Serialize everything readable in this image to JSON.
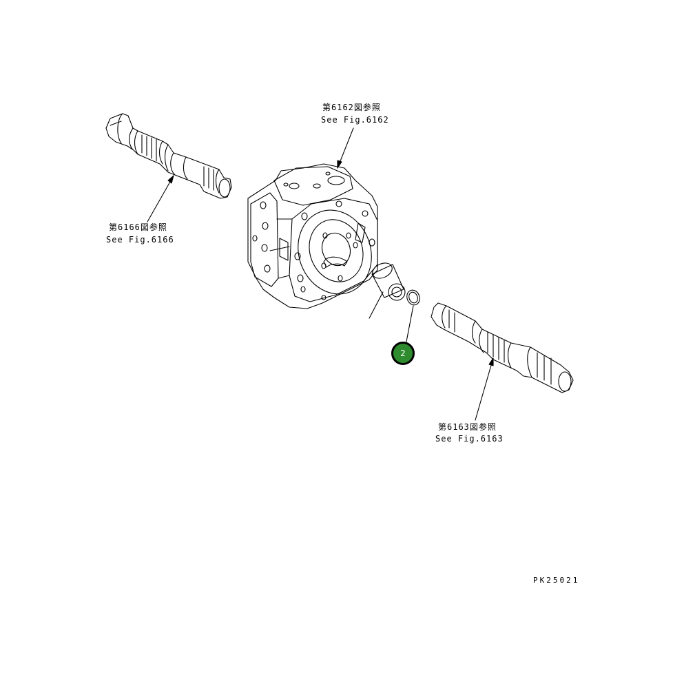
{
  "refs": {
    "top": {
      "jp": "第6162図参照",
      "en": "See Fig.6162"
    },
    "left": {
      "jp": "第6166図参照",
      "en": "See Fig.6166"
    },
    "right": {
      "jp": "第6163図参照",
      "en": "See Fig.6163"
    }
  },
  "callouts": [
    {
      "number": "2"
    }
  ],
  "drawing_code": "PK25021",
  "colors": {
    "callout_fill": "#2e8b2e",
    "line": "#000000"
  }
}
